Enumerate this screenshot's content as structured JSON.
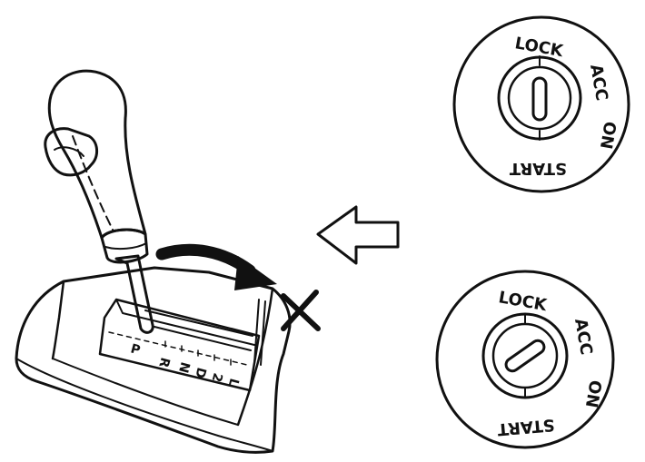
{
  "shift_gate": {
    "positions": [
      "P",
      "R",
      "N",
      "D",
      "2",
      "L"
    ]
  },
  "ignition_top": {
    "labels": {
      "lock": "LOCK",
      "acc": "ACC",
      "on": "ON",
      "start": "START"
    }
  },
  "ignition_bottom": {
    "labels": {
      "lock": "LOCK",
      "acc": "ACC",
      "on": "ON",
      "start": "START"
    }
  },
  "colors": {
    "ink": "#111111",
    "paper": "#ffffff"
  },
  "icons": {
    "shift_arrow": "curved-arrow-right-icon",
    "not_allowed": "x-mark-icon",
    "direction": "hollow-arrow-left-icon"
  }
}
